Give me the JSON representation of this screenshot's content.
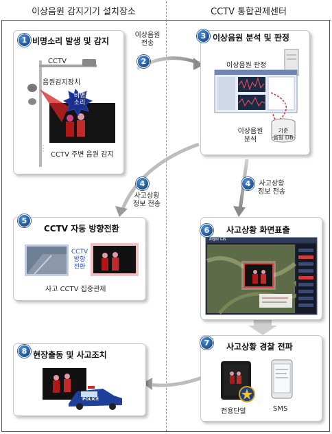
{
  "header": {
    "left": "이상음원 감지기기 설치장소",
    "right": "CCTV 통합관제센터"
  },
  "steps": [
    {
      "num": "1",
      "title": "비명소리 발생 및 감지",
      "cctv": "CCTV",
      "sensor": "음원감지장치",
      "scream_l1": "비명",
      "scream_l2": "소리",
      "caption": "CCTV 주변 음원 감지"
    },
    {
      "num": "2",
      "label_l1": "이상음원",
      "label_l2": "전송"
    },
    {
      "num": "3",
      "title": "이상음원 분석 및 판정",
      "judge": "이상음원 판정",
      "analysis_l1": "이상음원",
      "analysis_l2": "분석",
      "db_l1": "기준",
      "db_l2": "음원 DB"
    },
    {
      "num": "4",
      "label_l1": "사고상황",
      "label_l2": "정보 전송"
    },
    {
      "num": "5",
      "title": "CCTV 자동 방향전환",
      "side_l1": "CCTV",
      "side_l2": "방향",
      "side_l3": "전환",
      "caption": "사고 CCTV 집중관제"
    },
    {
      "num": "6",
      "title": "사고상황 화면표출",
      "gis_label": "Argos GIS"
    },
    {
      "num": "7",
      "title": "사고상황 경찰 전파",
      "device_l1": "전용단말",
      "device_l2": "SMS",
      "police_mark": "경찰"
    },
    {
      "num": "8",
      "title": "현장출동 및 사고조치",
      "car_text": "POLICE"
    }
  ],
  "step4_left": {
    "num": "4",
    "label_l1": "사고상황",
    "label_l2": "정보 전송"
  }
}
